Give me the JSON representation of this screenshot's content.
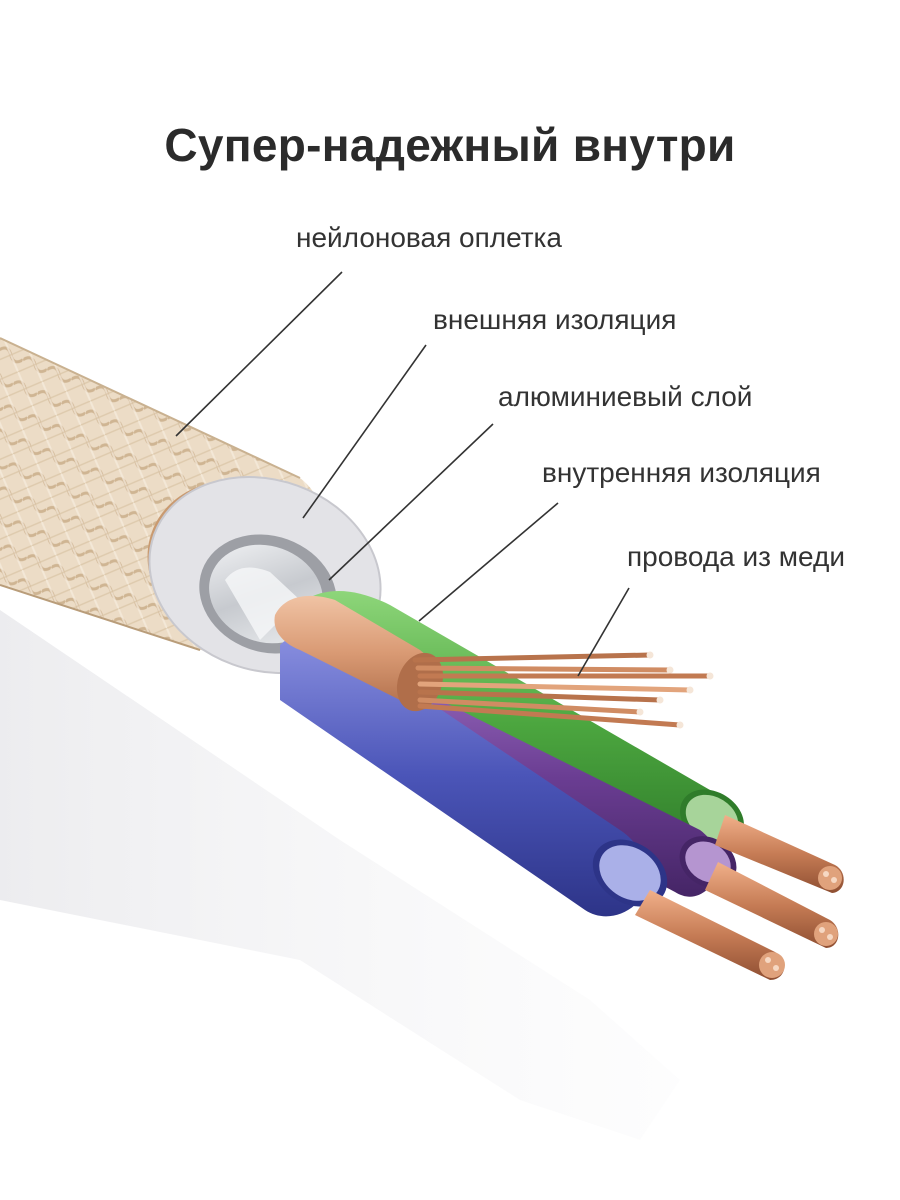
{
  "title": "Супер-надежный внутри",
  "labels": [
    "нейлоновая оплетка",
    "внешняя изоляция",
    "алюминиевый слой",
    "внутренняя изоляция",
    "провода из меди"
  ],
  "colors": {
    "braid": "#e6d2b8",
    "outer_insulation": "#e2e2e6",
    "aluminum": "#d7d9dc",
    "wire_green": "#55b04a",
    "wire_blue": "#4b55b8",
    "wire_purple": "#6a3d92",
    "wire_orange": "#d99a74",
    "copper": "#c67c55"
  }
}
